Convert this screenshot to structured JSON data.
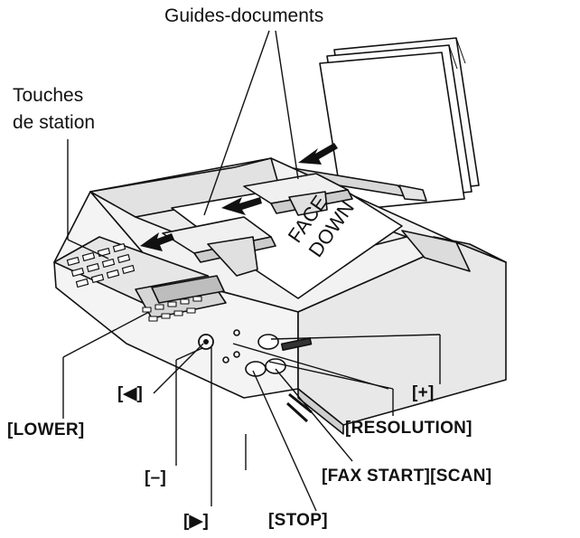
{
  "labels": {
    "document_guides": "Guides-documents",
    "station_keys_line1": "Touches",
    "station_keys_line2": "de station",
    "lower": "[LOWER]",
    "left_arrow": "[◀]",
    "plus": "[+]",
    "resolution": "[RESOLUTION]",
    "minus": "[–]",
    "fax_start_scan": "[FAX START][SCAN]",
    "right_arrow": "[▶]",
    "stop": "[STOP]"
  },
  "document": {
    "line1": "FACE",
    "line2": "DOWN"
  },
  "colors": {
    "ink": "#111111",
    "device_fill": "#f2f2f2",
    "device_shade": "#cfcfcf",
    "device_dark": "#9a9a9a"
  }
}
